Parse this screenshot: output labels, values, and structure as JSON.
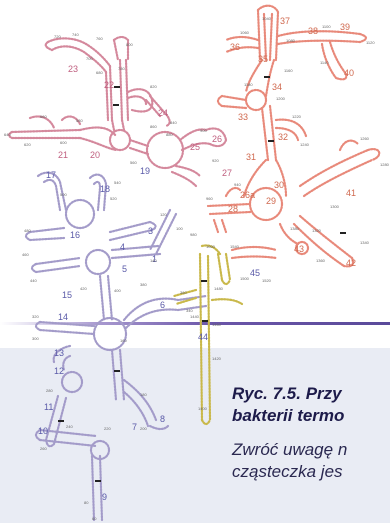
{
  "figure": {
    "caption_title_line1": "Ryc. 7.5. Przy",
    "caption_title_line2": "bakterii termo",
    "caption_text_line1": "Zwróć uwagę n",
    "caption_text_line2": "cząsteczka jes"
  },
  "colors": {
    "domain_pink": "#d4889c",
    "domain_red": "#e8897a",
    "domain_lavender": "#a39bc9",
    "domain_yellow": "#c9b84a",
    "label_pink": "#c06080",
    "label_red": "#d06a50",
    "label_blue": "#5a5aa8",
    "accent_line": "#5a4a9a"
  },
  "helix_labels": [
    {
      "id": "h1",
      "text": "1",
      "color": "blue"
    },
    {
      "id": "h3",
      "text": "3",
      "color": "blue"
    },
    {
      "id": "h4",
      "text": "4",
      "color": "blue"
    },
    {
      "id": "h5",
      "text": "5",
      "color": "blue"
    },
    {
      "id": "h6",
      "text": "6",
      "color": "blue"
    },
    {
      "id": "h7",
      "text": "7",
      "color": "blue"
    },
    {
      "id": "h8",
      "text": "8",
      "color": "blue"
    },
    {
      "id": "h9",
      "text": "9",
      "color": "blue"
    },
    {
      "id": "h10",
      "text": "10",
      "color": "blue"
    },
    {
      "id": "h11",
      "text": "11",
      "color": "blue"
    },
    {
      "id": "h12",
      "text": "12",
      "color": "blue"
    },
    {
      "id": "h13",
      "text": "13",
      "color": "blue"
    },
    {
      "id": "h14",
      "text": "14",
      "color": "blue"
    },
    {
      "id": "h15",
      "text": "15",
      "color": "blue"
    },
    {
      "id": "h16",
      "text": "16",
      "color": "blue"
    },
    {
      "id": "h17",
      "text": "17",
      "color": "blue"
    },
    {
      "id": "h18",
      "text": "18",
      "color": "blue"
    },
    {
      "id": "h19",
      "text": "19",
      "color": "blue"
    },
    {
      "id": "h20",
      "text": "20",
      "color": "pink"
    },
    {
      "id": "h21",
      "text": "21",
      "color": "pink"
    },
    {
      "id": "h22",
      "text": "22",
      "color": "pink"
    },
    {
      "id": "h23",
      "text": "23",
      "color": "pink"
    },
    {
      "id": "h24",
      "text": "24",
      "color": "pink"
    },
    {
      "id": "h25",
      "text": "25",
      "color": "pink"
    },
    {
      "id": "h26",
      "text": "26",
      "color": "pink"
    },
    {
      "id": "h26a",
      "text": "26a",
      "color": "red"
    },
    {
      "id": "h27",
      "text": "27",
      "color": "pink"
    },
    {
      "id": "h28",
      "text": "28",
      "color": "red"
    },
    {
      "id": "h29",
      "text": "29",
      "color": "red"
    },
    {
      "id": "h30",
      "text": "30",
      "color": "red"
    },
    {
      "id": "h31",
      "text": "31",
      "color": "red"
    },
    {
      "id": "h32",
      "text": "32",
      "color": "red"
    },
    {
      "id": "h33",
      "text": "33",
      "color": "red"
    },
    {
      "id": "h34",
      "text": "34",
      "color": "red"
    },
    {
      "id": "h35",
      "text": "35",
      "color": "red"
    },
    {
      "id": "h36",
      "text": "36",
      "color": "red"
    },
    {
      "id": "h37",
      "text": "37",
      "color": "red"
    },
    {
      "id": "h38",
      "text": "38",
      "color": "red"
    },
    {
      "id": "h39",
      "text": "39",
      "color": "red"
    },
    {
      "id": "h40",
      "text": "40",
      "color": "red"
    },
    {
      "id": "h41",
      "text": "41",
      "color": "red"
    },
    {
      "id": "h42",
      "text": "42",
      "color": "red"
    },
    {
      "id": "h43",
      "text": "43",
      "color": "red"
    },
    {
      "id": "h44",
      "text": "44",
      "color": "blue"
    },
    {
      "id": "h45",
      "text": "45",
      "color": "blue"
    }
  ],
  "position_ticks": [
    "1040",
    "1060",
    "1080",
    "1100",
    "1120",
    "1140",
    "1160",
    "1180",
    "1200",
    "1220",
    "1240",
    "1260",
    "1280",
    "1300",
    "1320",
    "1340",
    "1360",
    "1380",
    "1400",
    "1420",
    "1440",
    "1460",
    "1480",
    "1500",
    "1520",
    "1540",
    "1000",
    "980",
    "960",
    "940",
    "920",
    "900",
    "880",
    "860",
    "840",
    "820",
    "800",
    "780",
    "760",
    "740",
    "720",
    "700",
    "680",
    "660",
    "640",
    "620",
    "600",
    "580",
    "560",
    "540",
    "520",
    "500",
    "480",
    "460",
    "440",
    "420",
    "400",
    "380",
    "360",
    "340",
    "320",
    "300",
    "280",
    "260",
    "240",
    "220",
    "200",
    "180",
    "160",
    "140",
    "120",
    "100",
    "80",
    "60",
    "40",
    "20"
  ]
}
